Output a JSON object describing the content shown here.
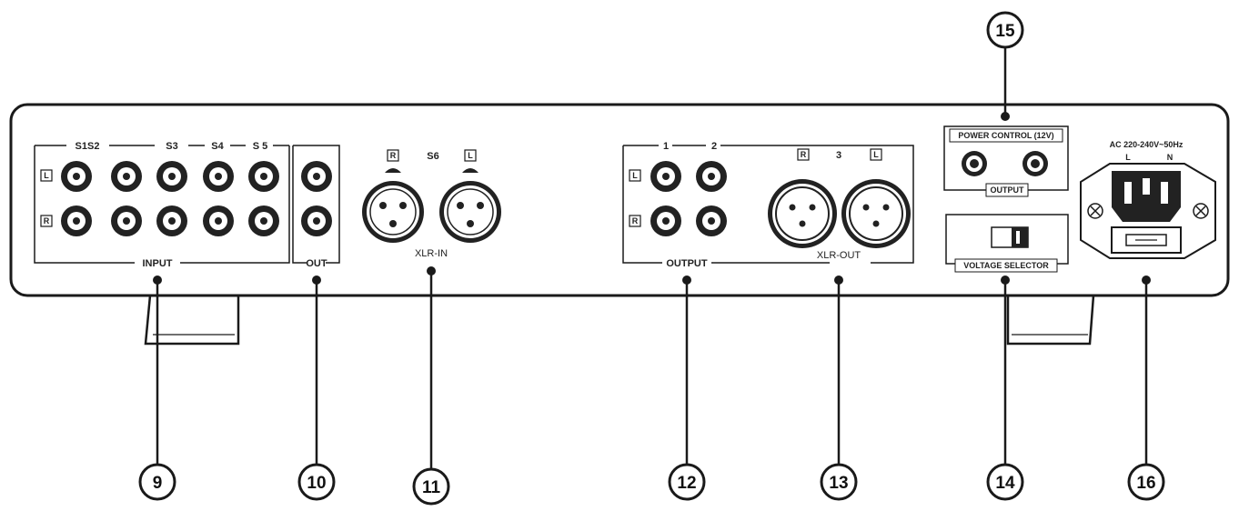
{
  "labels": {
    "s1s2": "S1S2",
    "s3": "S3",
    "s4": "S4",
    "s5": "S 5",
    "input": "INPUT",
    "out": "OUT",
    "ch_l": "L",
    "ch_r": "R",
    "s6": "S6",
    "xlr_in": "XLR-IN",
    "out1": "1",
    "out2": "2",
    "output": "OUTPUT",
    "out3": "3",
    "xlr_out": "XLR-OUT",
    "power_control": "POWER CONTROL (12V)",
    "power_output": "OUTPUT",
    "voltage_selector": "VOLTAGE SELECTOR",
    "ac_rating": "AC 220-240V~50Hz",
    "iec_l": "L",
    "iec_n": "N"
  },
  "callouts": [
    "9",
    "10",
    "11",
    "12",
    "13",
    "14",
    "15",
    "16"
  ],
  "colors": {
    "ink": "#1a1a1a",
    "panel_fill": "#ffffff",
    "connector": "#222222"
  }
}
